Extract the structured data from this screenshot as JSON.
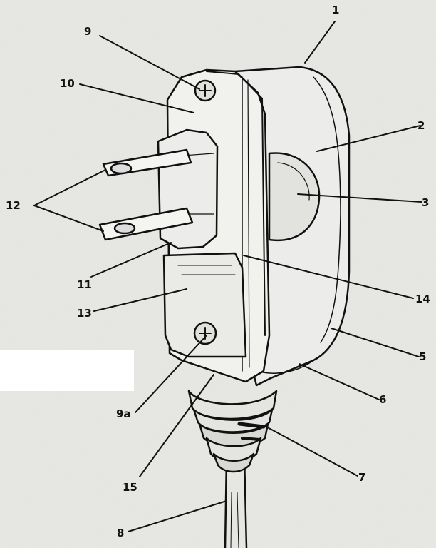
{
  "figure": {
    "callouts": [
      {
        "id": "c1",
        "label": "1"
      },
      {
        "id": "c2",
        "label": "2"
      },
      {
        "id": "c3",
        "label": "3"
      },
      {
        "id": "c5",
        "label": "5"
      },
      {
        "id": "c6",
        "label": "6"
      },
      {
        "id": "c7",
        "label": "7"
      },
      {
        "id": "c8",
        "label": "8"
      },
      {
        "id": "c9",
        "label": "9"
      },
      {
        "id": "c9a",
        "label": "9a"
      },
      {
        "id": "c10",
        "label": "10"
      },
      {
        "id": "c11",
        "label": "11"
      },
      {
        "id": "c12",
        "label": "12"
      },
      {
        "id": "c13",
        "label": "13"
      },
      {
        "id": "c14",
        "label": "14"
      },
      {
        "id": "c15",
        "label": "15"
      }
    ]
  },
  "colors": {
    "paper": "#e9e9e6",
    "ink": "#111111",
    "redaction": "#ffffff"
  }
}
